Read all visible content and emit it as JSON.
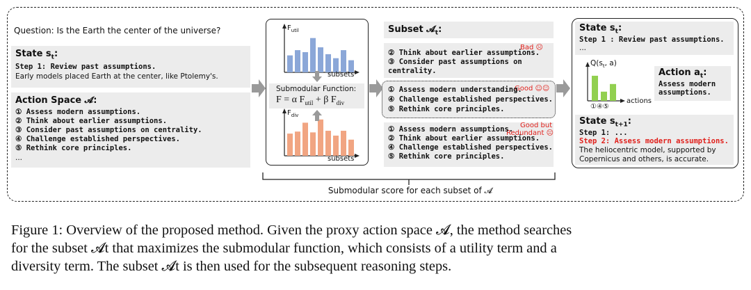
{
  "question": "Question: Is the Earth the center of the universe?",
  "state_panel": {
    "title": "State s",
    "title_sub": "t",
    "title_suffix": ":",
    "step": "Step 1: Review past assumptions.",
    "note": "Early models placed Earth at the center, like Ptolemy's."
  },
  "action_space": {
    "title": "Action Space 𝓐:",
    "items": [
      "① Assess modern assumptions.",
      "② Think about earlier assumptions.",
      "③ Consider past assumptions on centrality.",
      "④ Challenge established perspectives.",
      "⑤ Rethink core principles."
    ],
    "ellipsis": "..."
  },
  "submodular": {
    "util_label": "F",
    "util_sub": "util",
    "div_label": "F",
    "div_sub": "div",
    "subsets_label": "subsets",
    "function_title": "Submodular Function:",
    "formula": "F = α F",
    "formula_util_sub": "util",
    "formula_mid": " + β F",
    "formula_div_sub": "div",
    "util_bars": [
      0.42,
      0.55,
      0.5,
      0.85,
      0.62,
      0.45,
      0.35,
      0.55,
      0.3
    ],
    "div_bars": [
      0.55,
      0.6,
      0.82,
      0.58,
      0.9,
      0.62,
      0.5,
      0.62,
      0.4
    ],
    "util_color": "#8ba7d8",
    "div_color": "#f1a582"
  },
  "subset_panel": {
    "title": "Subset 𝓐",
    "title_sub": "t",
    "title_suffix": ":",
    "group_bad": {
      "label": "Bad ☹",
      "items": [
        "② Think about earlier assumptions.",
        "③ Consider past assumptions on",
        "centrality."
      ]
    },
    "group_good": {
      "label": "Good ☺☺",
      "items": [
        "① Assess modern understanding.",
        "④ Challenge established perspectives.",
        "⑤ Rethink core principles."
      ]
    },
    "group_redundant": {
      "label_1": "Good but",
      "label_2": "Redundant ☹",
      "items": [
        "① Assess modern assumptions.",
        "② Think about earlier assumptions.",
        "④ Challenge established perspectives.",
        "⑤ Rethink core principles."
      ]
    }
  },
  "right_state": {
    "title": "State s",
    "title_sub": "t",
    "title_suffix": ":",
    "step": "Step 1 : Review past assumptions.",
    "ellipsis": "...",
    "q_label": "Q(s",
    "q_sub": "t",
    "q_suffix": ", a)",
    "actions_label": "actions",
    "action_ids": "①④⑤",
    "q_bars": [
      0.82,
      0.3,
      0.55
    ],
    "bar_color": "#92d050",
    "action_title": "Action a",
    "action_sub": "t",
    "action_suffix": ":",
    "action_lines": [
      "Assess modern",
      "assumptions."
    ]
  },
  "next_state": {
    "title": "State s",
    "title_sub": "t+1",
    "title_suffix": ":",
    "step1": "Step 1: ...",
    "step2": "Step 2: Assess modern assumptions.",
    "lines": [
      "The heliocentric model, supported by",
      "Copernicus and others, is accurate."
    ]
  },
  "score_label": "Submodular score for each subset of 𝓐",
  "caption_lines": [
    "Figure 1: Overview of the proposed method. Given the proxy action space 𝓐, the method searches",
    "for the subset 𝓐t that maximizes the submodular function, which consists of a utility term and a",
    "diversity term. The subset 𝓐t is then used for the subsequent reasoning steps."
  ],
  "colors": {
    "red": "#e0201b",
    "panel": "#ececec",
    "arrow": "#9a9a9a"
  }
}
